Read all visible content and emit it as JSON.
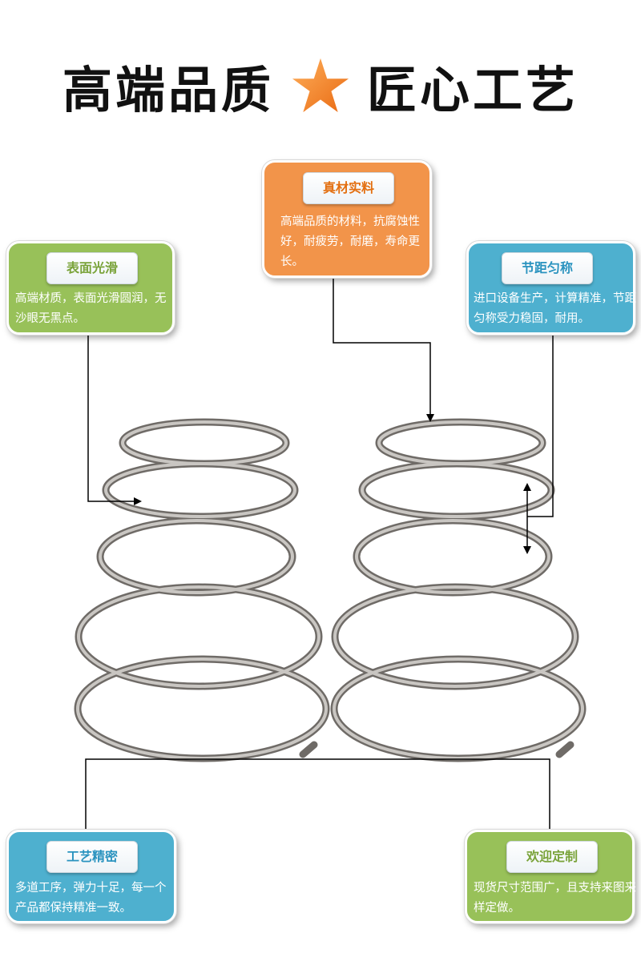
{
  "headline": {
    "left_text": "高端品质",
    "right_text": "匠心工艺",
    "divider_icon": "star-icon",
    "star_color": "#f58c2d"
  },
  "cards": {
    "material": {
      "title": "真材实料",
      "description": "高端品质的材料，抗腐蚀性好，耐疲劳，耐磨，寿命更长。",
      "color": "#f2944a"
    },
    "surface": {
      "title": "表面光滑",
      "description": "高端材质，表面光滑圆润，无沙眼无黑点。",
      "color": "#98c159"
    },
    "pitch": {
      "title": "节距匀称",
      "description": "进口设备生产，计算精准，节距匀称受力稳固，耐用。",
      "color": "#4eb0cf"
    },
    "craft": {
      "title": "工艺精密",
      "description": "多道工序，弹力十足，每一个产品都保持精准一致。",
      "color": "#4eb0cf"
    },
    "custom": {
      "title": "欢迎定制",
      "description": "现货尺寸范围广，且支持来图来样定做。",
      "color": "#98c159"
    }
  },
  "image": {
    "subject": "spring-product-illustration",
    "wire_color": "#8e8a85"
  }
}
